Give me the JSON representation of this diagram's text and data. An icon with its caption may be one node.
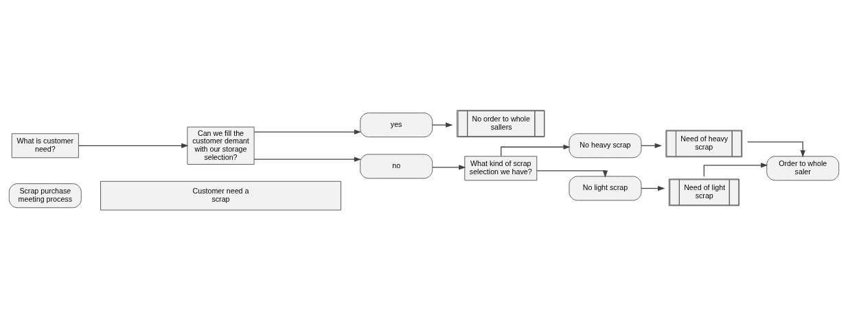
{
  "diagram": {
    "nodes": [
      {
        "text": [
          "Scrap purchase meeting process"
        ]
      },
      {
        "text": [
          "Customer need a scrap"
        ]
      },
      {
        "text": [
          "What is customer need?"
        ]
      },
      {
        "text": [
          "Can we fill the customer demant with our storage selection?"
        ]
      },
      {
        "text": [
          "yes"
        ]
      },
      {
        "text": [
          "no"
        ]
      },
      {
        "text": [
          "No order to whole sallers"
        ]
      },
      {
        "text": [
          "What kind of scrap selection we have?"
        ]
      },
      {
        "text": [
          "No heavy scrap"
        ]
      },
      {
        "text": [
          "No light scrap"
        ]
      },
      {
        "text": [
          "Need of heavy scrap"
        ]
      },
      {
        "text": [
          "Need of light scrap"
        ]
      },
      {
        "text": [
          "Order to whole saler"
        ]
      }
    ],
    "edges": [
      {
        "from": 2,
        "to": 3,
        "arrow": "to"
      },
      {
        "from": 3,
        "to": 4,
        "arrow": "to"
      },
      {
        "from": 3,
        "to": 5,
        "arrow": "to"
      },
      {
        "from": 4,
        "to": 6,
        "arrow": "to"
      },
      {
        "from": 5,
        "to": 7,
        "arrow": "to"
      },
      {
        "from": 7,
        "to": 8,
        "arrow": "to"
      },
      {
        "from": 7,
        "to": 9,
        "arrow": "to"
      },
      {
        "from": 8,
        "to": 10,
        "arrow": "to"
      },
      {
        "from": 9,
        "to": 11,
        "arrow": "to"
      },
      {
        "from": 10,
        "to": 12,
        "arrow": "to"
      },
      {
        "from": 11,
        "to": 12,
        "arrow": "to"
      }
    ]
  }
}
